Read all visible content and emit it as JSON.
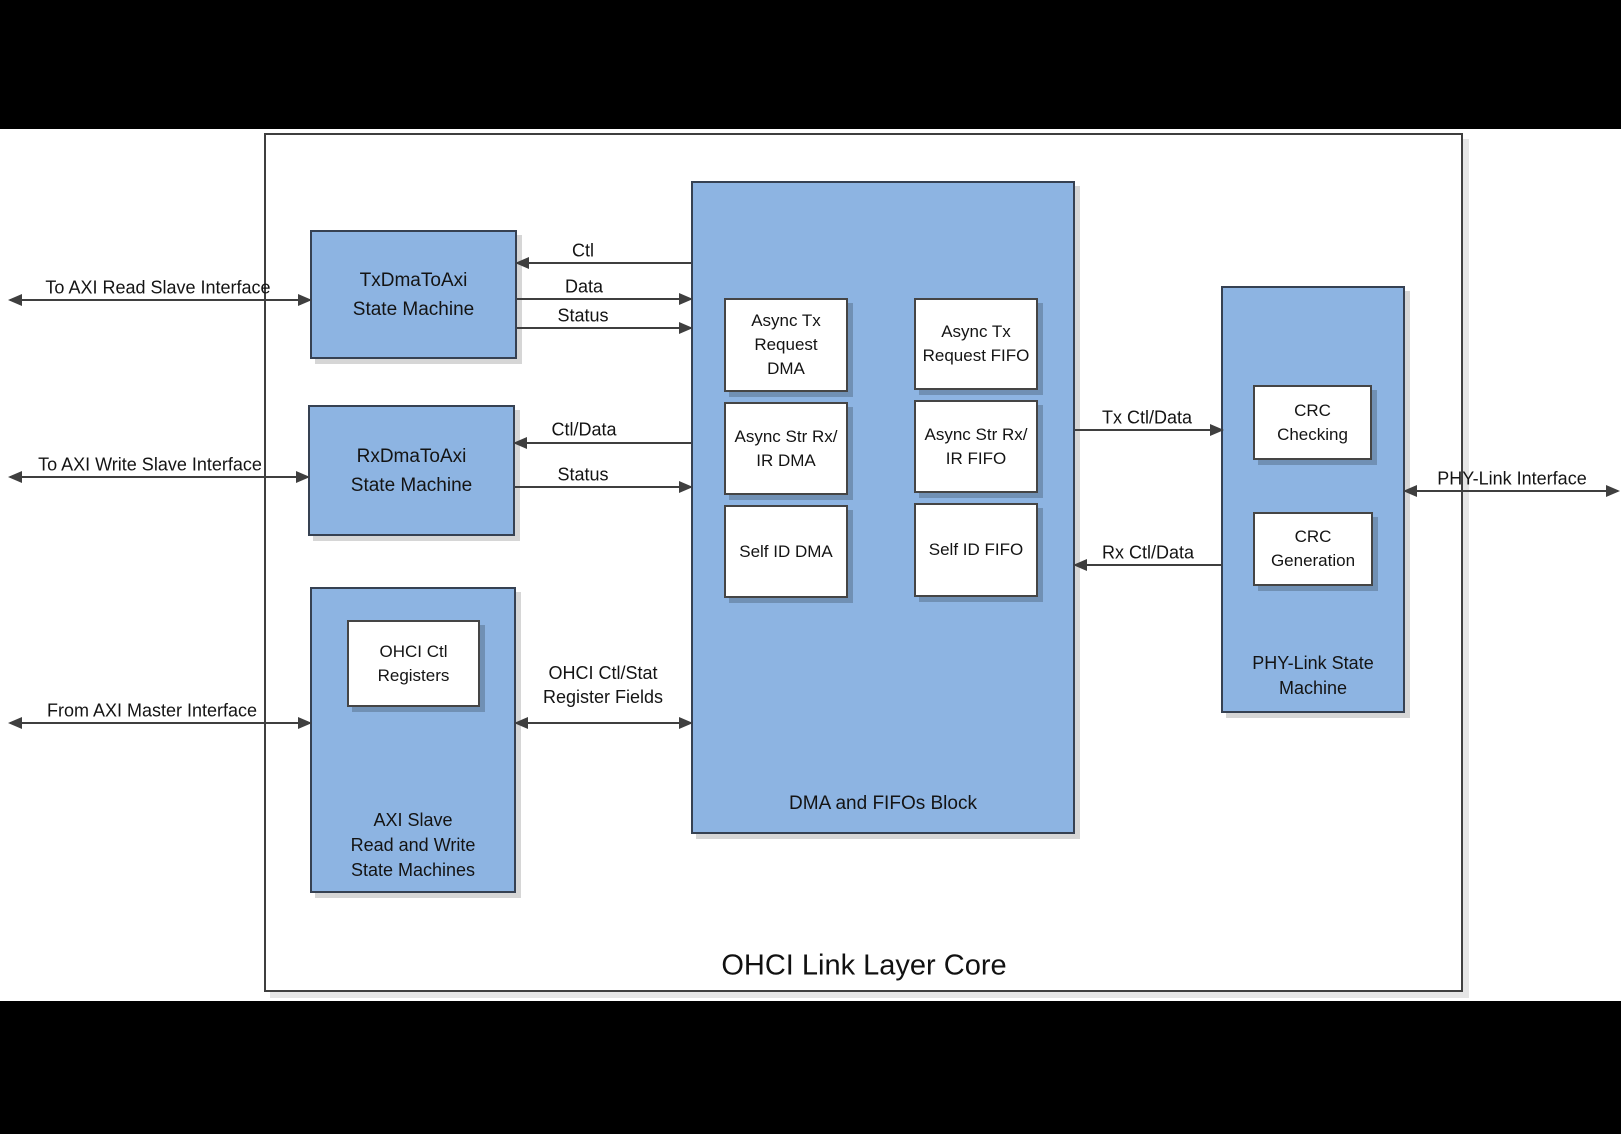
{
  "title": "OHCI Link Layer Core",
  "colors": {
    "block_fill": "#8db4e2",
    "block_border": "#364152",
    "frame_border": "#3f3f3f",
    "arrow": "#3f3f3f",
    "letterbox": "#000000",
    "canvas": "#ffffff"
  },
  "external": {
    "axi_read": "To AXI Read Slave Interface",
    "axi_write": "To AXI Write Slave Interface",
    "axi_master": "From AXI Master Interface",
    "phy_link": "PHY-Link Interface"
  },
  "signals": {
    "ctl": "Ctl",
    "data": "Data",
    "status_tx": "Status",
    "ctl_data": "Ctl/Data",
    "status_rx": "Status",
    "ohci_line1": "OHCI Ctl/Stat",
    "ohci_line2": "Register Fields",
    "tx_ctl_data": "Tx Ctl/Data",
    "rx_ctl_data": "Rx Ctl/Data"
  },
  "blocks": {
    "tx_dma": {
      "line1": "TxDmaToAxi",
      "line2": "State Machine"
    },
    "rx_dma": {
      "line1": "RxDmaToAxi",
      "line2": "State Machine"
    },
    "axi_slave": {
      "line1": "AXI Slave",
      "line2": "Read and Write",
      "line3": "State Machines"
    },
    "ohci_registers": {
      "line1": "OHCI Ctl",
      "line2": "Registers"
    },
    "dma_fifos": {
      "label": "DMA and FIFOs Block"
    },
    "async_tx_dma": {
      "line1": "Async Tx",
      "line2": "Request",
      "line3": "DMA"
    },
    "async_tx_fifo": {
      "line1": "Async Tx",
      "line2": "Request FIFO"
    },
    "async_str_dma": {
      "line1": "Async Str Rx/",
      "line2": "IR DMA"
    },
    "async_str_fifo": {
      "line1": "Async Str Rx/",
      "line2": "IR FIFO"
    },
    "self_id_dma": {
      "label": "Self ID DMA"
    },
    "self_id_fifo": {
      "label": "Self ID FIFO"
    },
    "phy_link": {
      "line1": "PHY-Link State",
      "line2": "Machine"
    },
    "crc_checking": {
      "line1": "CRC",
      "line2": "Checking"
    },
    "crc_generation": {
      "line1": "CRC",
      "line2": "Generation"
    }
  }
}
